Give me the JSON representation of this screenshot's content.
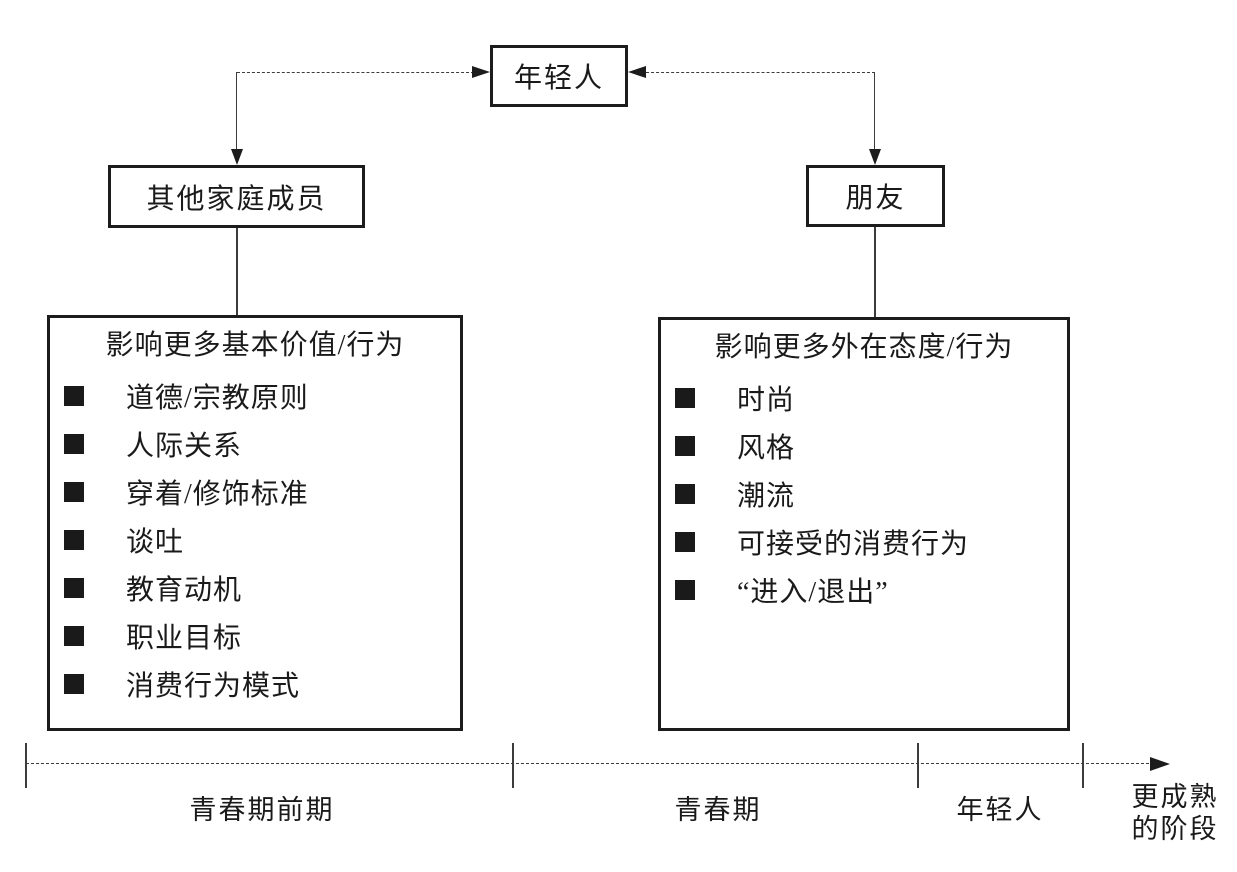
{
  "diagram": {
    "young_person_box": "年轻人",
    "family_box": "其他家庭成员",
    "friends_box": "朋友",
    "family_panel": {
      "header": "影响更多基本价值/行为",
      "items": [
        "道德/宗教原则",
        "人际关系",
        "穿着/修饰标准",
        "谈吐",
        "教育动机",
        "职业目标",
        "消费行为模式"
      ]
    },
    "friends_panel": {
      "header": "影响更多外在态度/行为",
      "items": [
        "时尚",
        "风格",
        "潮流",
        "可接受的消费行为",
        "“进入/退出”"
      ]
    },
    "timeline": {
      "stage1": "青春期前期",
      "stage2": "青春期",
      "stage3": "年轻人",
      "stage4_line1": "更成熟",
      "stage4_line2": "的阶段"
    }
  },
  "colors": {
    "background": "#ffffff",
    "border": "#1c1c1c",
    "line": "#3c3c3c",
    "text": "#1a1a1a"
  }
}
